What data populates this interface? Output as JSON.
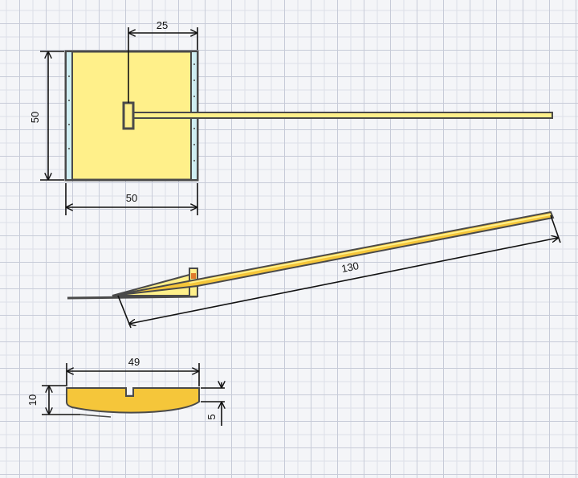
{
  "colors": {
    "wood": "#fff08a",
    "wood_dark": "#f5c63a",
    "outline": "#4a4a4a",
    "dimension": "#111111",
    "paper": "#f4f5f8",
    "grid_major": "#c7cbd8",
    "grid_minor": "#dde0e8",
    "accent": "#e07a2c"
  },
  "top_view": {
    "width_label": "50",
    "height_label": "50",
    "offset_label": "25"
  },
  "side_view": {
    "length_label": "130"
  },
  "section_view": {
    "width_label": "49",
    "height_label": "10",
    "edge_label": "5"
  }
}
